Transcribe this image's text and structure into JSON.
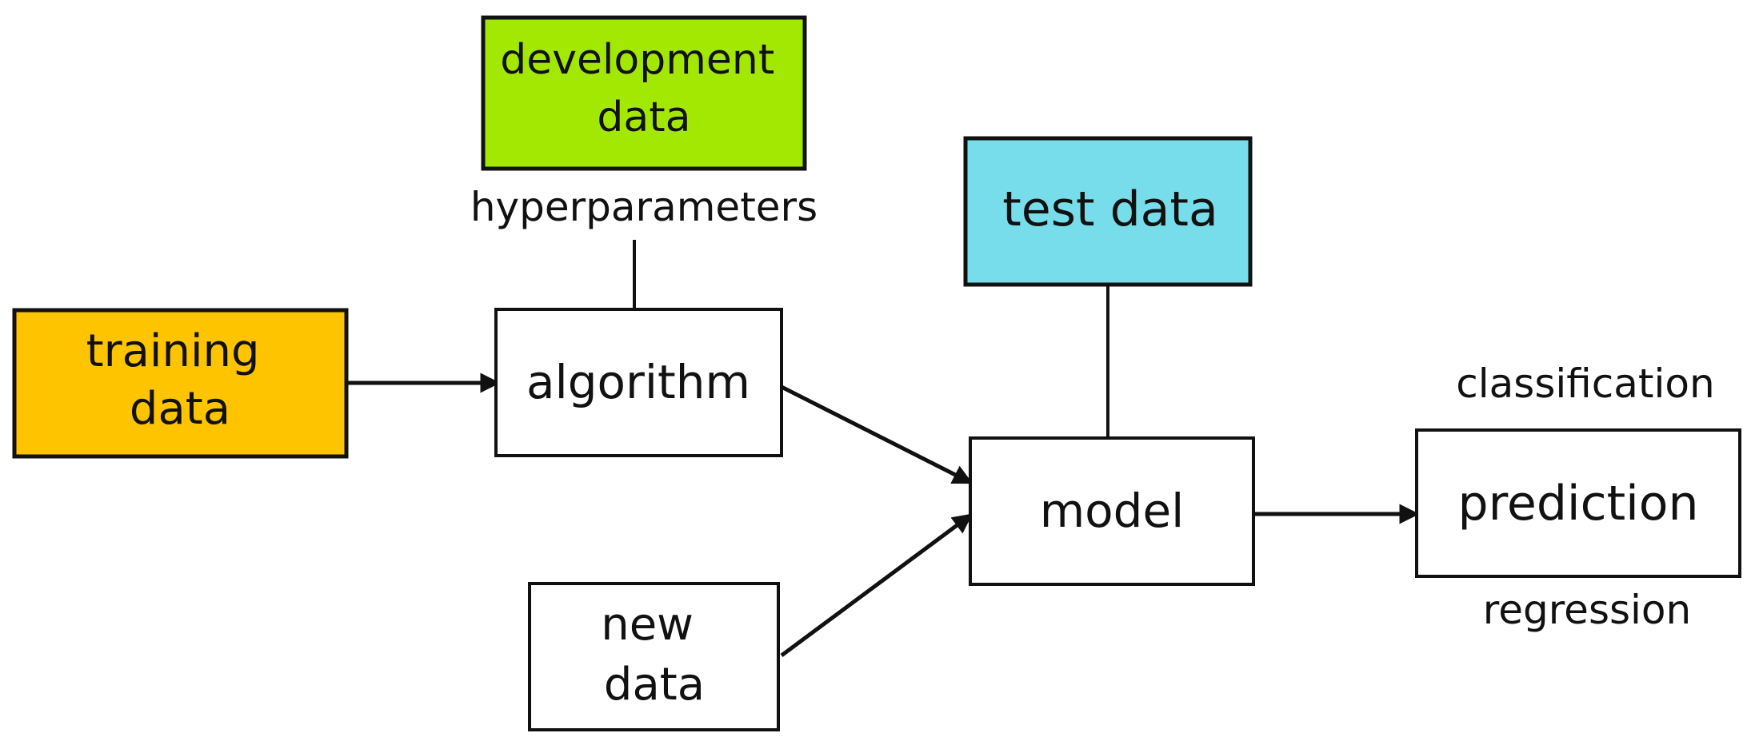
{
  "nodes": {
    "training_data": {
      "lines": [
        "training",
        "data"
      ],
      "fill": "#FFC400"
    },
    "development_data": {
      "lines": [
        "development",
        "data"
      ],
      "fill": "#A3E802"
    },
    "algorithm": {
      "lines": [
        "algorithm"
      ],
      "fill": "#FFFFFF"
    },
    "test_data": {
      "lines": [
        "test data"
      ],
      "fill": "#78DDEA"
    },
    "model": {
      "lines": [
        "model"
      ],
      "fill": "#FFFFFF"
    },
    "new_data": {
      "lines": [
        "new",
        "data"
      ],
      "fill": "#FFFFFF"
    },
    "prediction": {
      "lines": [
        "prediction"
      ],
      "fill": "#FFFFFF"
    }
  },
  "labels": {
    "hyperparameters": "hyperparameters",
    "classification": "classification",
    "regression": "regression"
  },
  "colors": {
    "stroke": "#111111",
    "text": "#111111",
    "background": "#FFFFFF"
  }
}
